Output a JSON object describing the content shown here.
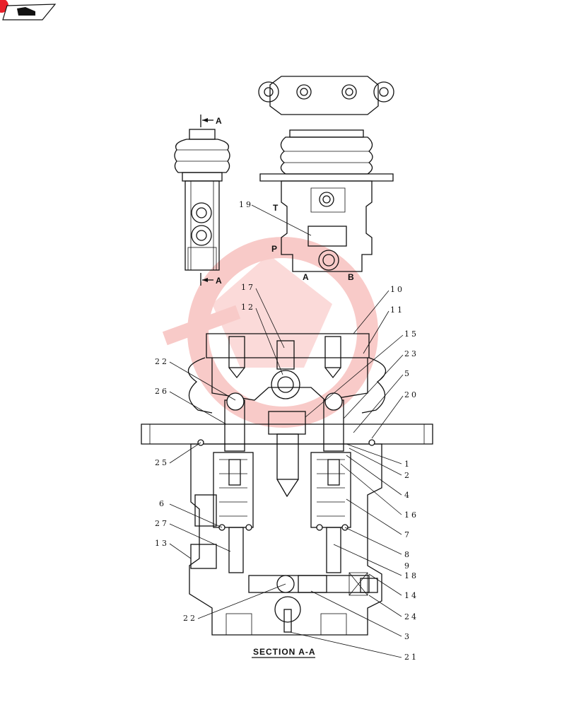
{
  "section_arrow_top": "A",
  "section_arrow_bottom": "A",
  "ports": {
    "t": "T",
    "p": "P",
    "a": "A",
    "b": "B"
  },
  "caption": "SECTION  A-A",
  "callouts": {
    "c1": "1",
    "c2": "2",
    "c3": "3",
    "c4": "4",
    "c5": "5",
    "c6": "6",
    "c7": "7",
    "c8": "8",
    "c9": "9",
    "c10": "10",
    "c11": "11",
    "c12": "12",
    "c13": "13",
    "c14": "14",
    "c15": "15",
    "c16": "16",
    "c17": "17",
    "c18": "18",
    "c19": "19",
    "c20": "20",
    "c21": "21",
    "c22a": "22",
    "c22b": "22",
    "c23": "23",
    "c24": "24",
    "c25": "25",
    "c26": "26",
    "c27": "27"
  },
  "colors": {
    "line": "#111111",
    "watermark": "#e8453c",
    "badge": "#e8202a"
  }
}
